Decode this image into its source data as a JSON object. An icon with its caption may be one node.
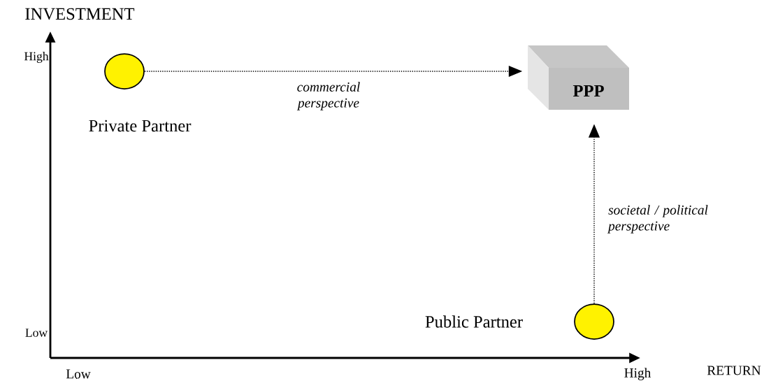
{
  "diagram": {
    "nodes": [
      {
        "text": [],
        "shape": "circle",
        "beside": [
          "Private Partner"
        ]
      },
      {
        "text": [
          "PPP"
        ]
      },
      {
        "text": [],
        "shape": "circle",
        "beside": [
          "Public Partner"
        ]
      }
    ],
    "edges": [
      {
        "from": 0,
        "to": 1,
        "arrow": "to",
        "label": "commercial perspective",
        "style": "dashed"
      },
      {
        "from": 2,
        "to": 1,
        "arrow": "to",
        "label": "societal / political perspective",
        "style": "dashed"
      }
    ],
    "labels": [
      "INVESTMENT",
      "High",
      "Low",
      "Low",
      "High",
      "RETURN"
    ]
  }
}
